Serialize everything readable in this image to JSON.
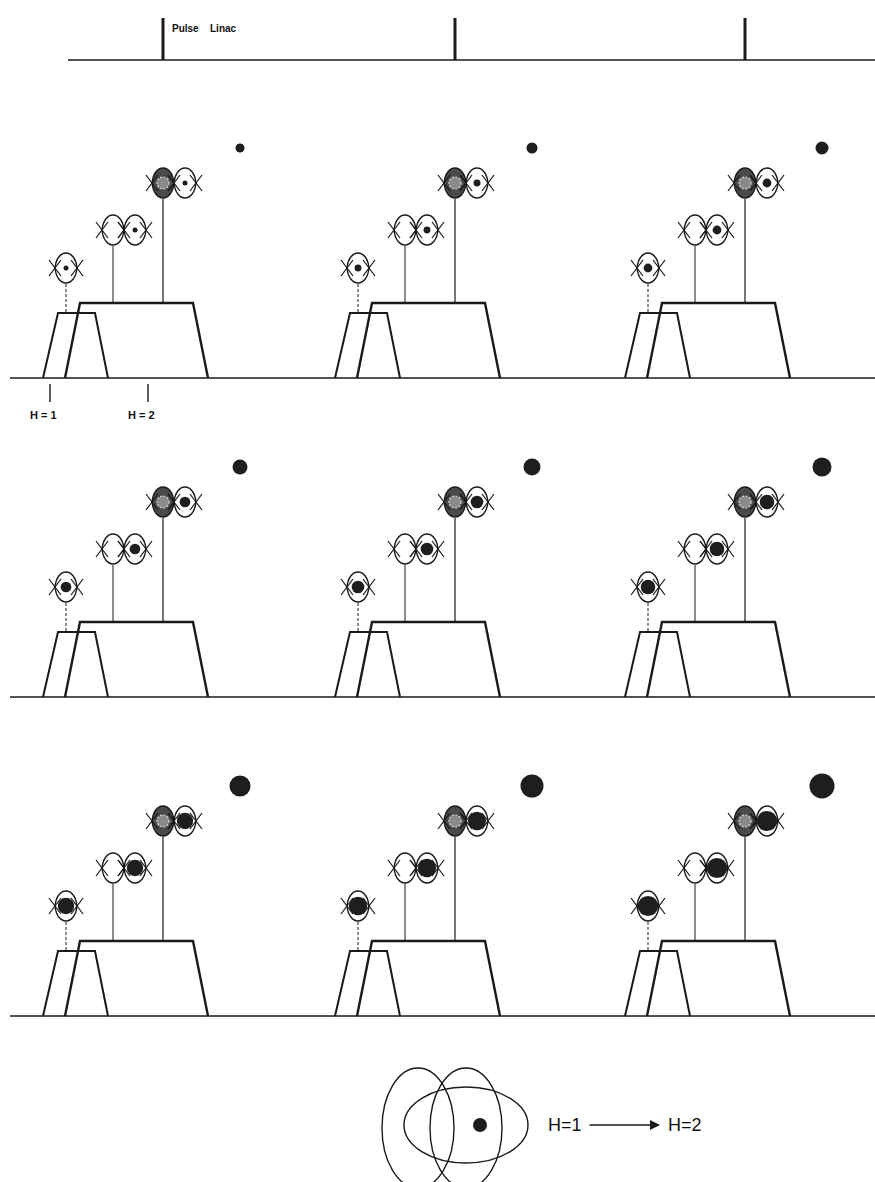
{
  "diagram": {
    "labels": [
      "Pulse",
      "Linac",
      "H = 1",
      "H = 2",
      "H=1",
      "H=2"
    ]
  }
}
